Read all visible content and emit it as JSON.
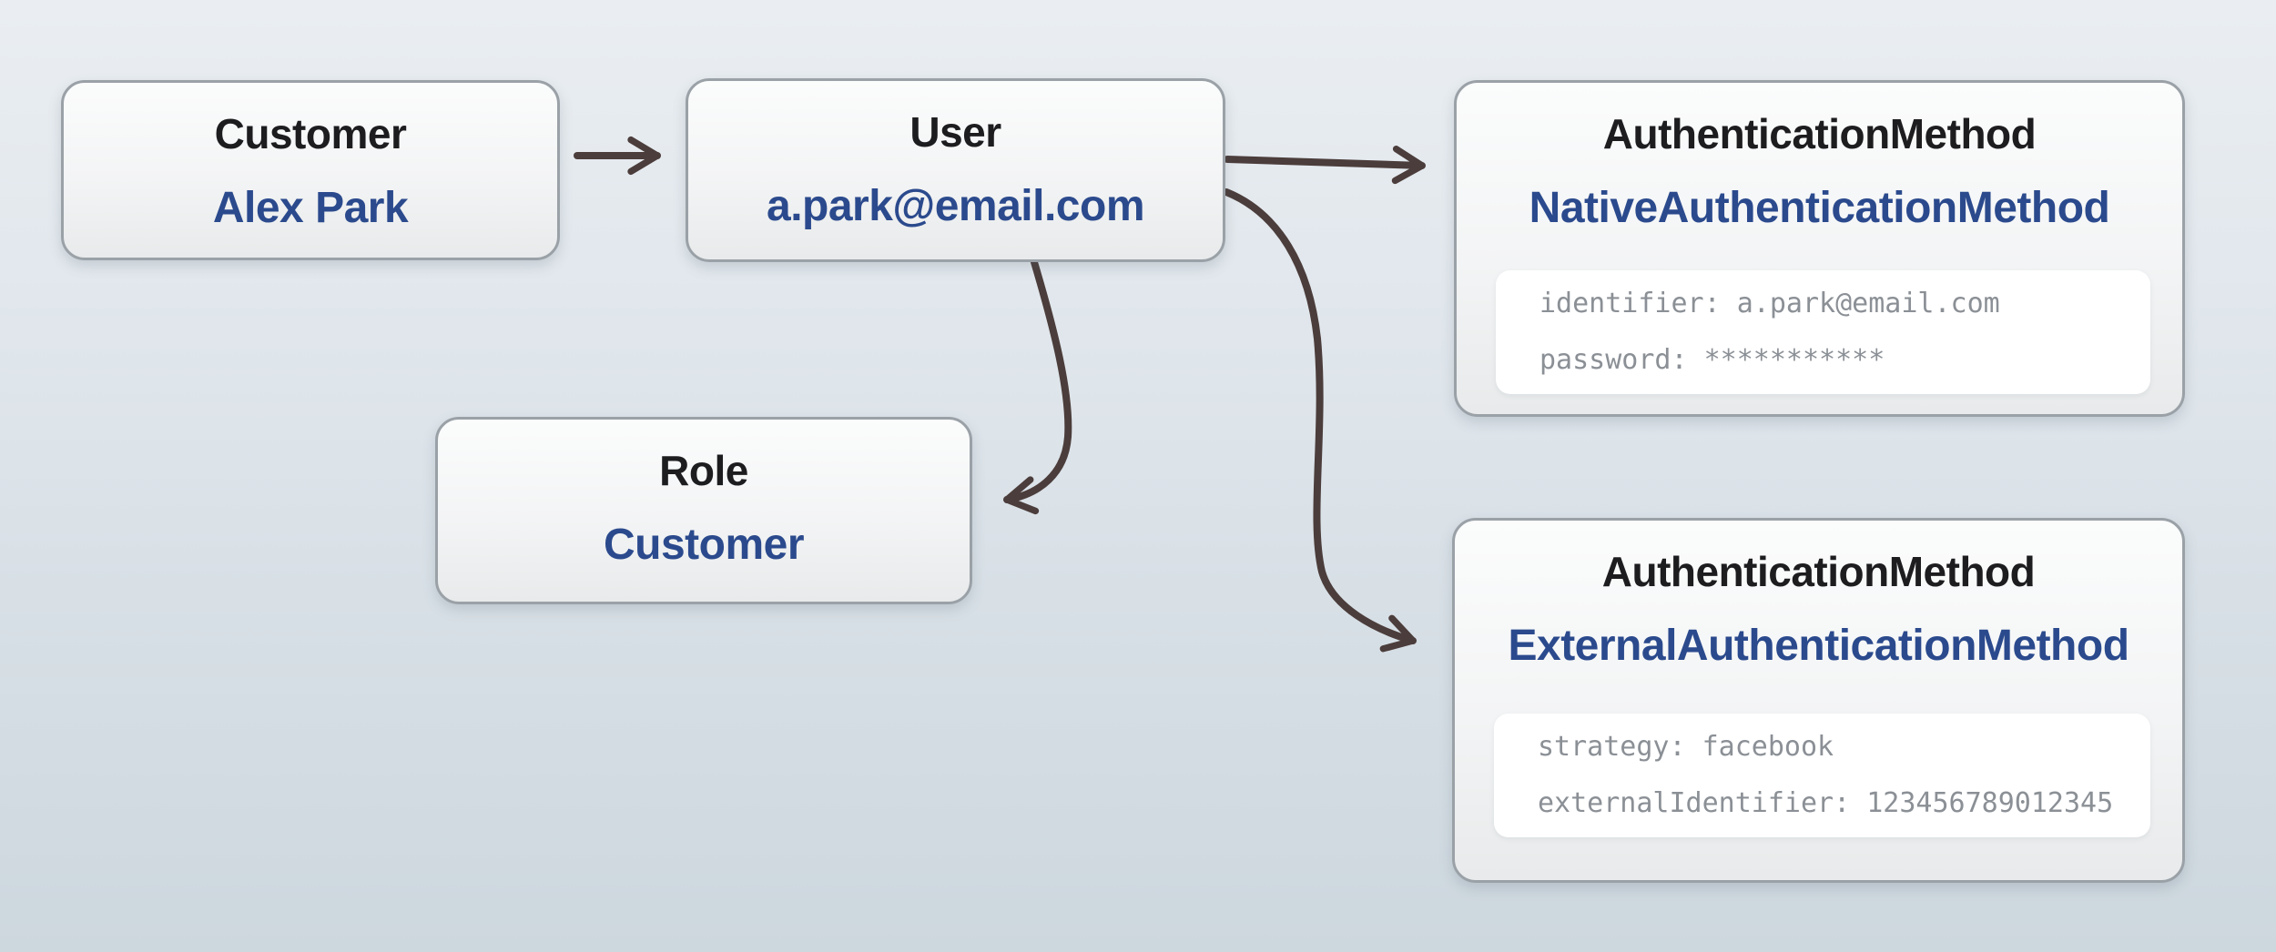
{
  "diagram_type": "entity-relationship",
  "nodes": [
    {
      "id": "customer",
      "title": "Customer",
      "value": "Alex Park"
    },
    {
      "id": "user",
      "title": "User",
      "value": "a.park@email.com"
    },
    {
      "id": "role",
      "title": "Role",
      "value": "Customer"
    },
    {
      "id": "native-auth",
      "title": "AuthenticationMethod",
      "value": "NativeAuthenticationMethod",
      "lines": [
        "identifier: a.park@email.com",
        "password: ***********"
      ]
    },
    {
      "id": "external-auth",
      "title": "AuthenticationMethod",
      "value": "ExternalAuthenticationMethod",
      "lines": [
        "strategy: facebook",
        "externalIdentifier: 123456789012345"
      ]
    }
  ],
  "edges": [
    {
      "from": "customer",
      "to": "user"
    },
    {
      "from": "user",
      "to": "native-auth"
    },
    {
      "from": "user",
      "to": "role"
    },
    {
      "from": "user",
      "to": "external-auth"
    }
  ],
  "colors": {
    "background_top": "#eaeef2",
    "background_bottom": "#cdd7de",
    "box_border": "#9aa1a7",
    "title": "#1d1d1f",
    "value": "#2b4a8d",
    "attr_text": "#8b9096",
    "arrow": "#4b3d3b"
  }
}
